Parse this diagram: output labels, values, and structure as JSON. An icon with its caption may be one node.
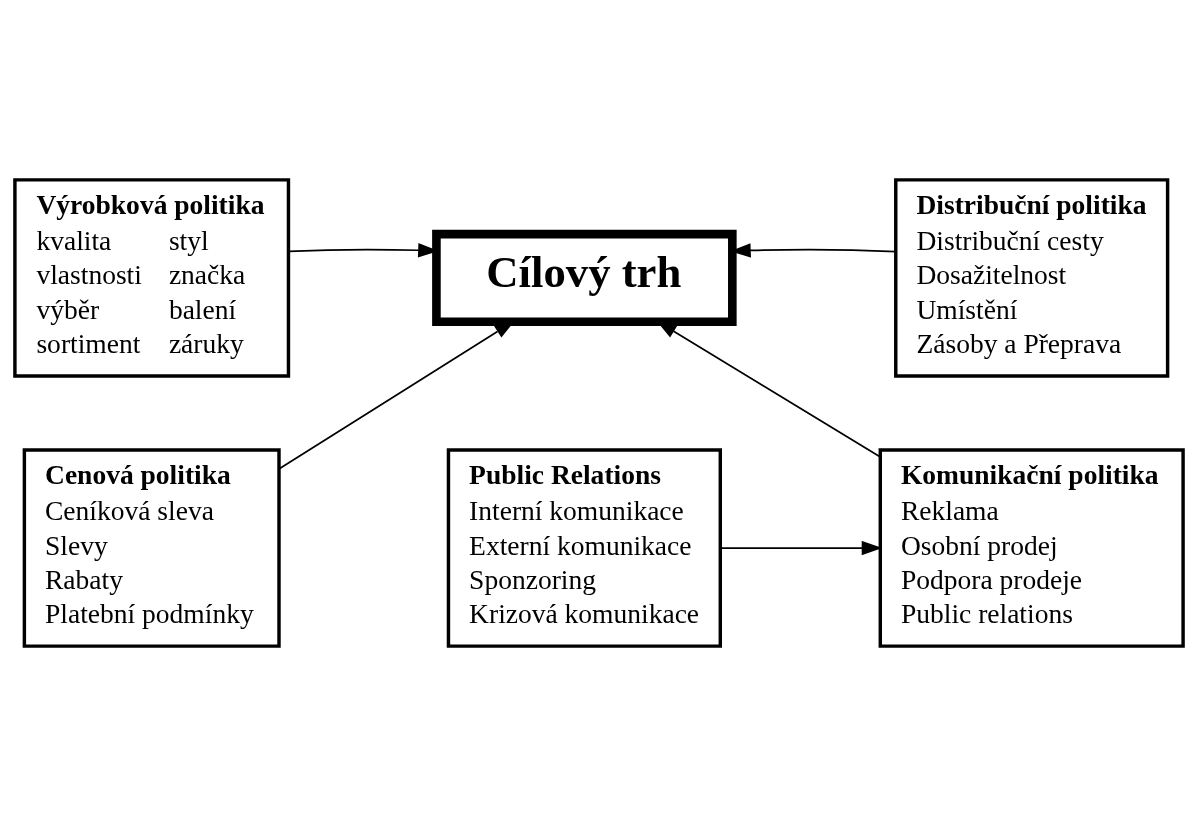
{
  "diagram": {
    "nodes": [
      {
        "text": [
          "Výrobková politika",
          "kvalita",
          "styl",
          "vlastnosti",
          "značka",
          "výběr",
          "balení",
          "sortiment",
          "záruky"
        ]
      },
      {
        "text": [
          "Distribuční politika",
          "Distribuční cesty",
          "Dosažitelnost",
          "Umístění",
          "Zásoby a Přeprava"
        ]
      },
      {
        "text": [
          "Cílový trh"
        ]
      },
      {
        "text": [
          "Cenová politika",
          "Ceníková sleva",
          "Slevy",
          "Rabaty",
          "Platební podmínky"
        ]
      },
      {
        "text": [
          "Komunikační politika",
          "Reklama",
          "Osobní prodej",
          "Podpora prodeje",
          "Public relations"
        ]
      },
      {
        "text": [
          "Public Relations",
          "Interní komunikace",
          "Externí komunikace",
          "Sponzoring",
          "Krizová komunikace"
        ]
      }
    ],
    "edges": [
      {
        "from": 0,
        "to": 2,
        "arrow": "to"
      },
      {
        "from": 1,
        "to": 2,
        "arrow": "to"
      },
      {
        "from": 3,
        "to": 2,
        "arrow": "to"
      },
      {
        "from": 4,
        "to": 2,
        "arrow": "to"
      },
      {
        "from": 5,
        "to": 4,
        "arrow": "to"
      }
    ]
  }
}
